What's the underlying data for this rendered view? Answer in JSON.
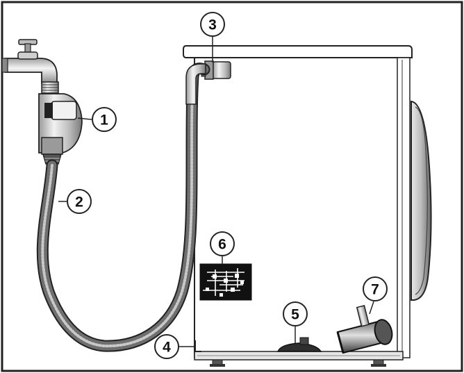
{
  "callouts": [
    {
      "id": "1",
      "label": "1"
    },
    {
      "id": "2",
      "label": "2"
    },
    {
      "id": "3",
      "label": "3"
    },
    {
      "id": "4",
      "label": "4"
    },
    {
      "id": "5",
      "label": "5"
    },
    {
      "id": "6",
      "label": "6"
    },
    {
      "id": "7",
      "label": "7"
    }
  ],
  "colors": {
    "outline": "#1a1a1a",
    "hose_dark": "#4a4a4a",
    "hose_mid": "#8a8a8a",
    "metal_light": "#d9d9d9",
    "panel_dark": "#111111"
  }
}
